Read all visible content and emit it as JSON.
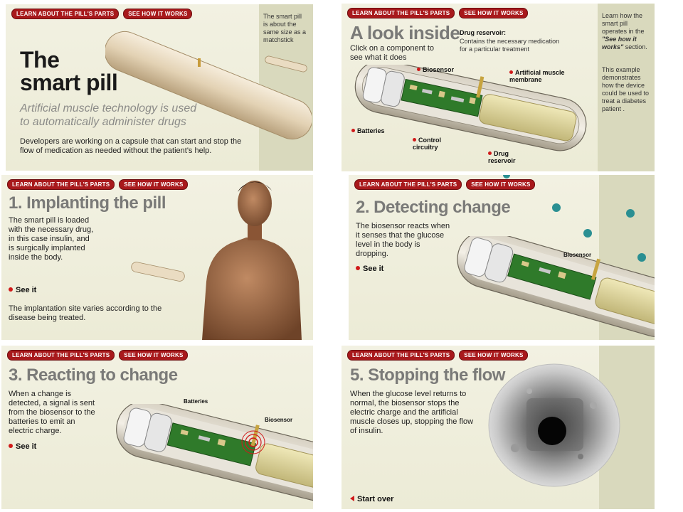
{
  "tabs": {
    "parts": "LEARN ABOUT THE PILL'S PARTS",
    "how": "SEE HOW IT WORKS"
  },
  "panel1": {
    "title_line1": "The",
    "title_line2": "smart pill",
    "subtitle": "Artificial muscle technology is used to automatically administer drugs",
    "body": "Developers are working on a capsule that can start and stop the flow of medication as needed without the patient's help.",
    "side": "The smart pill is about the same size as a matchstick"
  },
  "panel2": {
    "title": "A look inside",
    "instruction": "Click on a component to see what it does",
    "info_title": "Drug reservoir:",
    "info_body": "Contains the necessary medication for a particular treatment",
    "side_a": "Learn how the smart pill operates in the ",
    "side_b": "\"See how it works\"",
    "side_c": " section.",
    "side_d": "This example demonstrates how the device could be used to treat a diabetes patient .",
    "labels": {
      "biosensor": "Biosensor",
      "muscle": "Artificial muscle membrane",
      "batteries": "Batteries",
      "circuitry": "Control circuitry",
      "reservoir": "Drug reservoir"
    }
  },
  "panel3": {
    "title": "1. Implanting the pill",
    "body": "The smart pill is loaded with the necessary drug, in this case insulin, and is surgically implanted inside the body.",
    "see_it": "See it",
    "note": "The implantation site varies according to the disease being treated."
  },
  "panel4": {
    "title": "2. Detecting change",
    "body": "The biosensor reacts when it senses that the glucose level in the body is dropping.",
    "see_it": "See it",
    "label": "Biosensor"
  },
  "panel5": {
    "title": "3. Reacting to change",
    "body": "When a change is detected, a signal is sent from the biosensor to the batteries to emit an electric charge.",
    "see_it": "See it",
    "label_batteries": "Batteries",
    "label_biosensor": "Biosensor"
  },
  "panel6": {
    "title": "5. Stopping the flow",
    "body": "When the glucose level returns to normal, the biosensor stops the electric charge and the artificial muscle closes up, stopping the flow of insulin.",
    "start_over": "Start over"
  },
  "colors": {
    "tab": "#a8191c",
    "heading": "#7a7a78",
    "panel": "#efeedd",
    "sidebar": "#d9d9bd",
    "board": "#2f7a2a",
    "dot": "#d01a1a"
  }
}
